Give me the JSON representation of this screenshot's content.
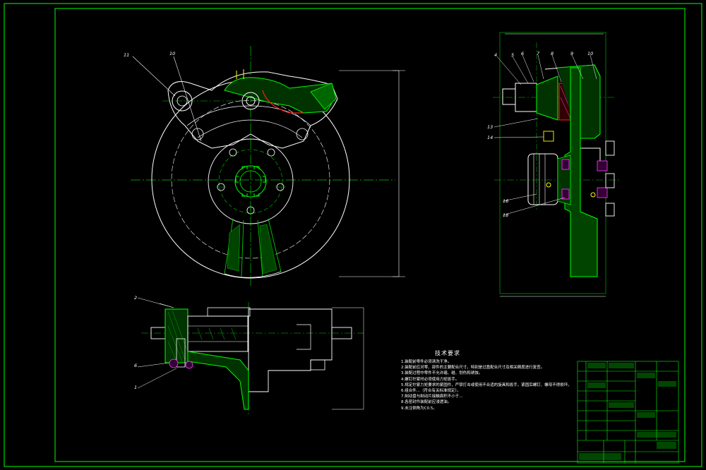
{
  "drawing": {
    "colors": {
      "background": "#000000",
      "frame": "#00ff00",
      "outline": "#ffffff",
      "section": "#00cc00",
      "centerline": "#00c800",
      "hatch_red": "#ff2020",
      "hatch_magenta": "#ff40ff",
      "accent_yellow": "#ffff00",
      "accent_cyan": "#00ffff"
    },
    "callouts_front": [
      "11",
      "10"
    ],
    "callouts_side_top": [
      "4",
      "5",
      "6",
      "7",
      "8",
      "9",
      "10"
    ],
    "callouts_side_left": [
      "13",
      "14",
      "16",
      "18"
    ],
    "callouts_bottom": [
      "2",
      "6",
      "1"
    ]
  },
  "tech_notes": {
    "title": "技术要求",
    "lines": [
      "1.装配前零件必须清洗干净。",
      "2.装配前应对零、部件的主要配合尺寸，特别是过盈配合尺寸及相关精度进行复查。",
      "3.装配过程中零件不允许磕、碰、划伤和锈蚀。",
      "4.螺钉拧紧时必须使用力矩扳手。",
      "5.规定拧紧力矩要求的紧固件，严禁打击或使用不合适的旋具和扳手，紧固后螺钉、螺母不得损坏。",
      "6.组合件...（符合有关标准规定）。",
      "7.制动盘与制动片接触面积不小于...",
      "8.各密封件装配前应浸透油。",
      "9.未注倒角为C0.5。"
    ]
  },
  "title_block": {
    "rows": [
      "",
      "",
      "",
      "",
      "",
      "",
      "",
      "",
      "",
      "",
      "",
      "",
      "",
      ""
    ]
  }
}
